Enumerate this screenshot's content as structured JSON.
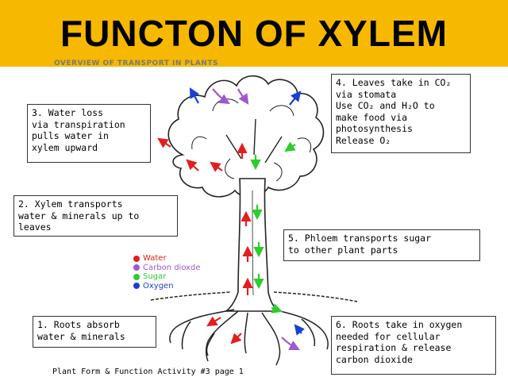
{
  "title": "FUNCTON OF XYLEM",
  "subtitle": "OVERVIEW OF TRANSPORT IN PLANTS",
  "callouts": {
    "step3": [
      "3.  Water loss",
      "via transpiration",
      "pulls water in",
      "xylem upward"
    ],
    "step4": [
      "4. Leaves take in CO₂",
      "via stomata",
      "Use CO₂ and H₂O to",
      "make food via",
      "photosynthesis",
      "Release O₂"
    ],
    "step2": [
      "2.  Xylem transports",
      "water & minerals up to",
      "leaves"
    ],
    "step5": [
      "5.  Phloem transports sugar",
      "to other plant parts"
    ],
    "step1": [
      "1.  Roots absorb",
      "water & minerals"
    ],
    "step6": [
      "6.  Roots take in oxygen",
      "needed for cellular",
      "respiration & release",
      "carbon dioxide"
    ]
  },
  "legend": [
    {
      "label": "Water",
      "color": "#e41e1e"
    },
    {
      "label": "Carbon dioxde",
      "color": "#9b59d0"
    },
    {
      "label": "Sugar",
      "color": "#2ecc2e"
    },
    {
      "label": "Oxygen",
      "color": "#1a3fd6"
    }
  ],
  "arrow_colors": {
    "water": "#e41e1e",
    "co2": "#9b59d0",
    "sugar": "#2ecc2e",
    "oxygen": "#1a3fd6"
  },
  "footer": "Plant Form & Function Activity #3 page 1"
}
